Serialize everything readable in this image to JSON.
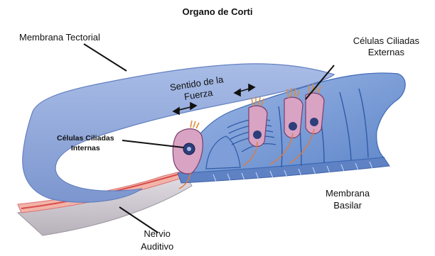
{
  "title": "Organo de Corti",
  "labels": {
    "tectorial": "Membrana Tectorial",
    "external_line1": "Células Ciliadas",
    "external_line2": "Externas",
    "force_line1": "Sentido de la",
    "force_line2": "Fuerza",
    "internal_line1": "Células Ciliadas",
    "internal_line2": "Internas",
    "basilar_line1": "Membrana",
    "basilar_line2": "Basilar",
    "nerve_line1": "Nervio",
    "nerve_line2": "Auditivo"
  },
  "colors": {
    "tectorial": "#8fa6d6",
    "tectorial_dark": "#5a73b5",
    "organ": "#7fa0d8",
    "organ_dark": "#3e6ab5",
    "hair_cell": "#d9a0c0",
    "hair_cell_dark": "#7a3d6a",
    "cilia": "#e08a3a",
    "nerve": "#e86a6a",
    "nerve_bg": "#f5c9c0",
    "basilar": "#6f8cc8",
    "base_gray": "#c9c4cc"
  }
}
